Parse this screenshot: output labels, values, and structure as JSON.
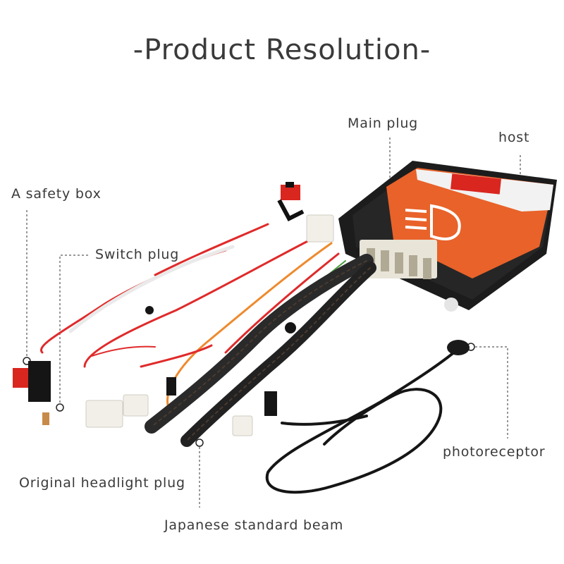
{
  "title": "-Product Resolution-",
  "labels": {
    "main_plug": "Main plug",
    "host": "host",
    "safety_box": "A safety box",
    "switch_plug": "Switch plug",
    "photoreceptor": "photoreceptor",
    "original_headlight_plug": "Original headlight plug",
    "japanese_standard_beam": "Japanese standard beam"
  },
  "colors": {
    "host_body": "#1c1c1c",
    "host_label": "#e8622a",
    "fuse": "#d9261f",
    "wire_red": "#e02a2a",
    "text": "#3a3a3a"
  }
}
